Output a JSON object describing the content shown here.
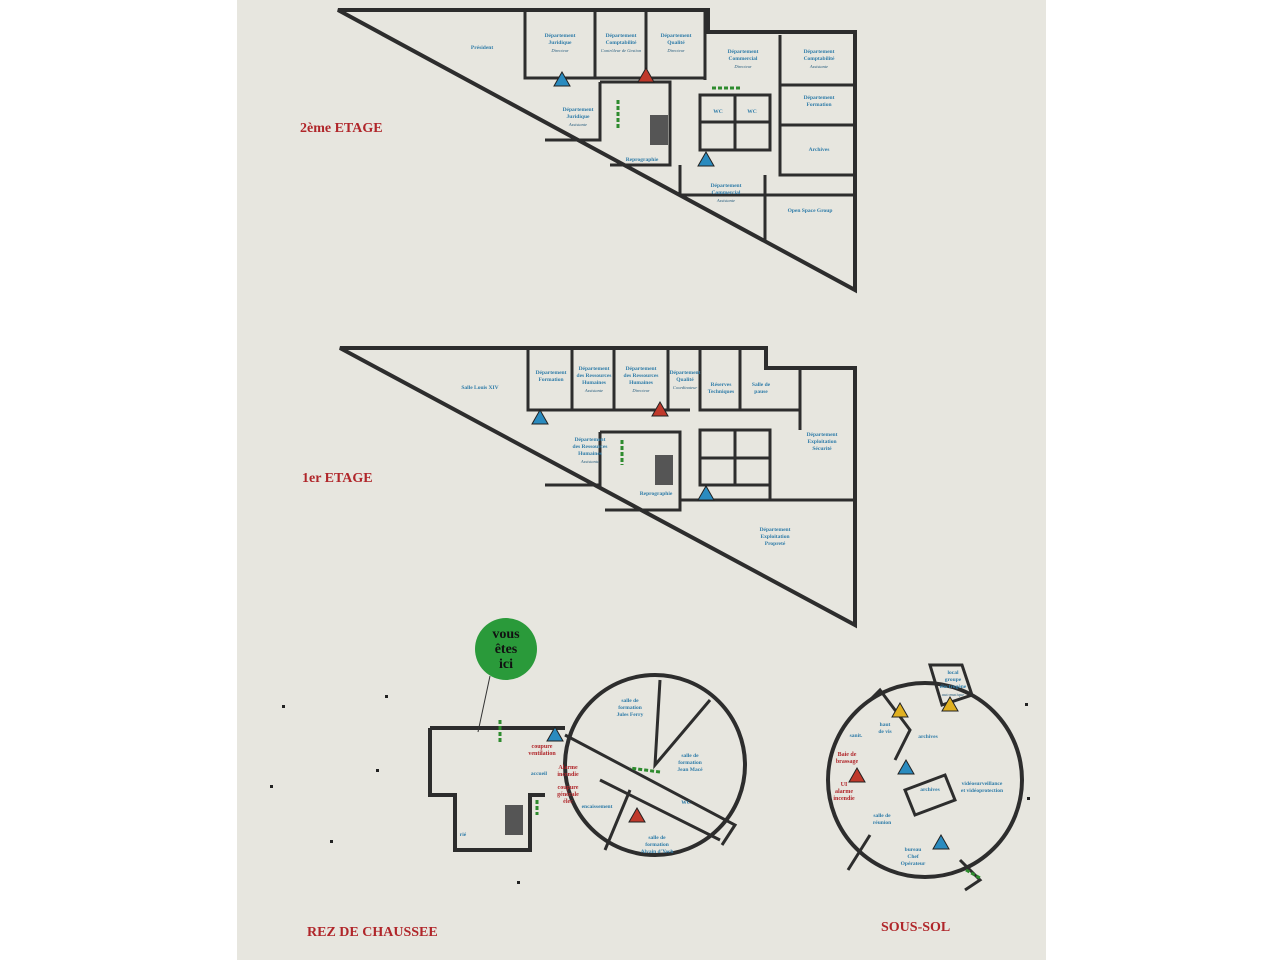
{
  "floors": {
    "etage2": {
      "label": "2ème ETAGE",
      "rooms": {
        "president": {
          "name": "Président",
          "role": ""
        },
        "juridique": {
          "name": "Département\nJuridique",
          "role": "Directeur"
        },
        "comptabilite": {
          "name": "Département\nComptabilité",
          "role": "Contrôleur de Gestion"
        },
        "qualite": {
          "name": "Département\nQualité",
          "role": "Directeur"
        },
        "commercial": {
          "name": "Département\nCommercial",
          "role": "Directeur"
        },
        "comptabilite2": {
          "name": "Département\nComptabilité",
          "role": "Assistante"
        },
        "juridique2": {
          "name": "Département\nJuridique",
          "role": "Assistante"
        },
        "formation": {
          "name": "Département\nFormation",
          "role": ""
        },
        "wc1": {
          "name": "WC",
          "role": ""
        },
        "wc2": {
          "name": "WC",
          "role": ""
        },
        "archives": {
          "name": "Archives",
          "role": ""
        },
        "reprographie": {
          "name": "Reprographie",
          "role": ""
        },
        "commercial2": {
          "name": "Département\nCommercial",
          "role": "Assistante"
        },
        "openspace": {
          "name": "Open Space Group",
          "role": ""
        }
      }
    },
    "etage1": {
      "label": "1er ETAGE",
      "rooms": {
        "louis": {
          "name": "Salle Louis XIV",
          "role": ""
        },
        "formation": {
          "name": "Département\nFormation",
          "role": ""
        },
        "rh1": {
          "name": "Département\ndes Ressources\nHumaines",
          "role": "Assistante"
        },
        "rh2": {
          "name": "Département\ndes Ressources\nHumaines",
          "role": "Directeur"
        },
        "qualite": {
          "name": "Département\nQualité",
          "role": "Coordinateur"
        },
        "reserves": {
          "name": "Réserves\nTechniques",
          "role": ""
        },
        "pause": {
          "name": "Salle de\npause",
          "role": ""
        },
        "rh3": {
          "name": "Département\ndes Ressources\nHumaines",
          "role": "Assistante"
        },
        "exploitation": {
          "name": "Département\nExploitation\nSécurité",
          "role": ""
        },
        "reprographie": {
          "name": "Reprographie",
          "role": ""
        },
        "proprete": {
          "name": "Département\nExploitation\nPropreté",
          "role": ""
        }
      }
    },
    "rdc": {
      "label": "REZ DE CHAUSSEE",
      "you_are_here": "vous\nêtes\nici",
      "rooms": {
        "ferry": {
          "name": "salle de\nformation\nJules Ferry",
          "role": ""
        },
        "mace": {
          "name": "salle de\nformation\nJean Macé",
          "role": ""
        },
        "yersin": {
          "name": "salle de\nformation\nAlvain d'Yech",
          "role": ""
        },
        "accueil": {
          "name": "accueil",
          "role": ""
        },
        "encaissement": {
          "name": "encaissement",
          "role": ""
        },
        "wc": {
          "name": "WC",
          "role": ""
        },
        "rie": {
          "name": "rié",
          "role": ""
        }
      },
      "notes": {
        "ventilation": "coupure\nventilation",
        "alarme": "Alarme\nincendie",
        "coupure_elec": "coupure\ngénérale\nélec"
      }
    },
    "soussol": {
      "label": "SOUS-SOL",
      "rooms": {
        "local": {
          "name": "local\ngroupe\nélectrogène",
          "role": "automatique"
        },
        "hautdevis": {
          "name": "haut\nde vis",
          "role": ""
        },
        "archives1": {
          "name": "archives",
          "role": ""
        },
        "archives2": {
          "name": "archives",
          "role": ""
        },
        "sanit": {
          "name": "sanit.",
          "role": ""
        },
        "video": {
          "name": "vidéosurveillance\net vidéoprotection",
          "role": ""
        },
        "reunion": {
          "name": "salle de\nréunion",
          "role": ""
        },
        "bureau": {
          "name": "bureau\nChef\nOpérateur",
          "role": ""
        }
      },
      "notes": {
        "tbrassage": "Baie de\nbrassage",
        "alarme": "UI\nalarme\nincendie"
      }
    }
  },
  "colors": {
    "board": "#e7e6df",
    "walls": "#2d2d2d",
    "room_text": "#2f7ca8",
    "floor_label": "#b0262a",
    "you_are_here": "#2a9a3a",
    "extinguisher": "#c0392b",
    "alarm_point": "#2a8bbf",
    "exit_arrow": "#2e8b2e"
  },
  "icons": [
    "fire-extinguisher-icon",
    "alarm-triangle-icon",
    "exit-arrow-icon",
    "staircase-icon",
    "first-aid-icon"
  ]
}
